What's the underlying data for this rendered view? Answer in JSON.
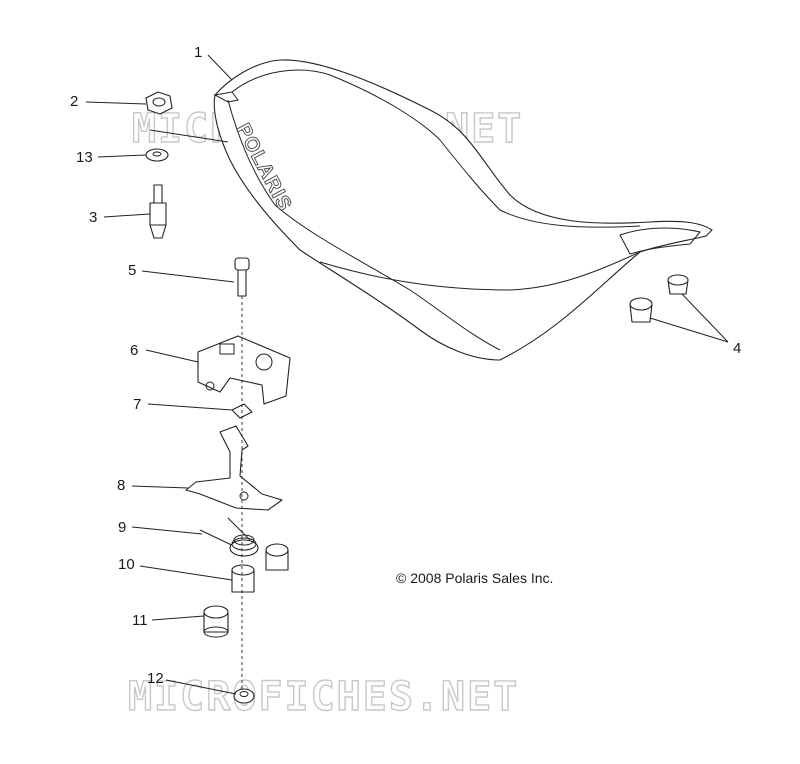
{
  "watermark": "MICROFICHES.NET",
  "copyright": "© 2008 Polaris Sales Inc.",
  "seat_logo": "POLARIS",
  "callouts": [
    "1",
    "2",
    "13",
    "3",
    "5",
    "6",
    "7",
    "8",
    "9",
    "10",
    "11",
    "4",
    "12"
  ]
}
